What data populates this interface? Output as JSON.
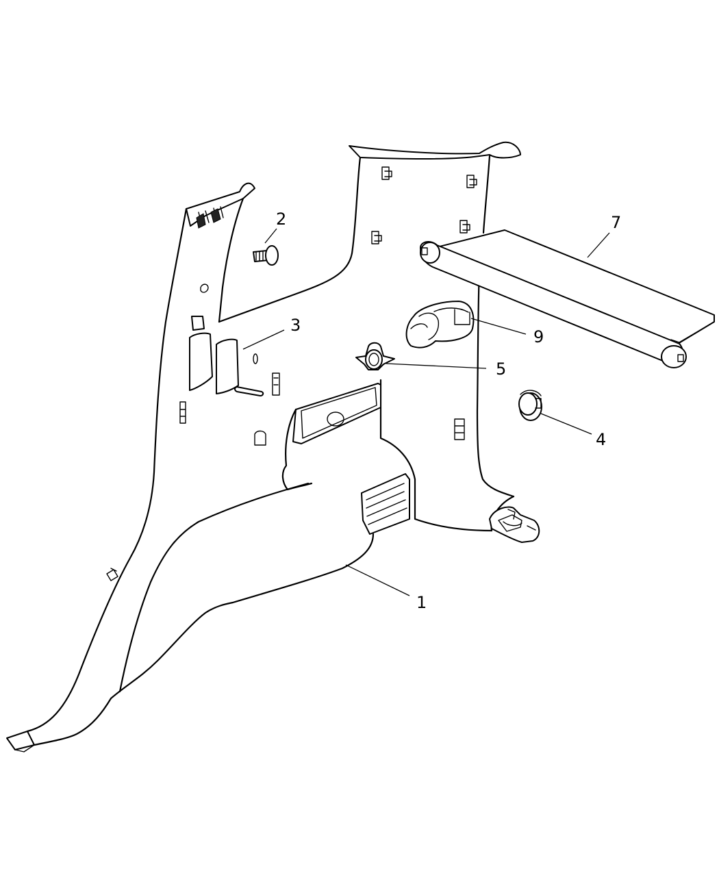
{
  "diagram": {
    "callouts": [
      {
        "id": "1",
        "label": "1"
      },
      {
        "id": "2",
        "label": "2"
      },
      {
        "id": "3",
        "label": "3"
      },
      {
        "id": "4",
        "label": "4"
      },
      {
        "id": "5",
        "label": "5"
      },
      {
        "id": "7",
        "label": "7"
      },
      {
        "id": "9",
        "label": "9"
      }
    ]
  }
}
